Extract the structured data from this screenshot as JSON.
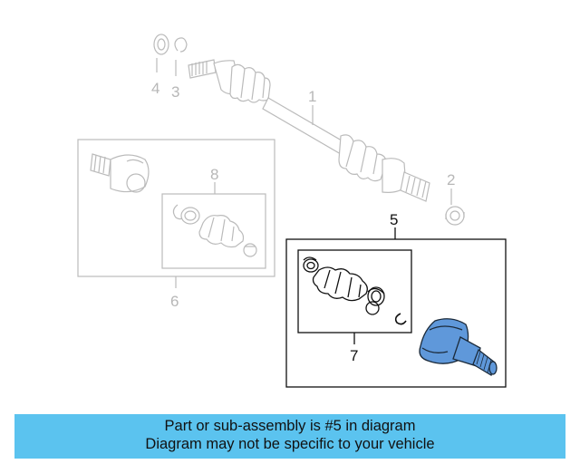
{
  "callouts": {
    "c1": "1",
    "c2": "2",
    "c3": "3",
    "c4": "4",
    "c5": "5",
    "c6": "6",
    "c7": "7",
    "c8": "8"
  },
  "banner": {
    "line1": "Part or sub-assembly is #5 in diagram",
    "line2": "Diagram may not be specific to your vehicle"
  },
  "colors": {
    "highlight": "#5f98da",
    "banner": "#5bc3ef",
    "faded_line": "#bbbbbb",
    "dark_line": "#111111"
  },
  "icons": {
    "drive-shaft": "axle-assembly",
    "cv-joint": "outer-cv-joint",
    "boot": "cv-boot",
    "clamp": "boot-clamp",
    "snap-ring": "circlip"
  }
}
